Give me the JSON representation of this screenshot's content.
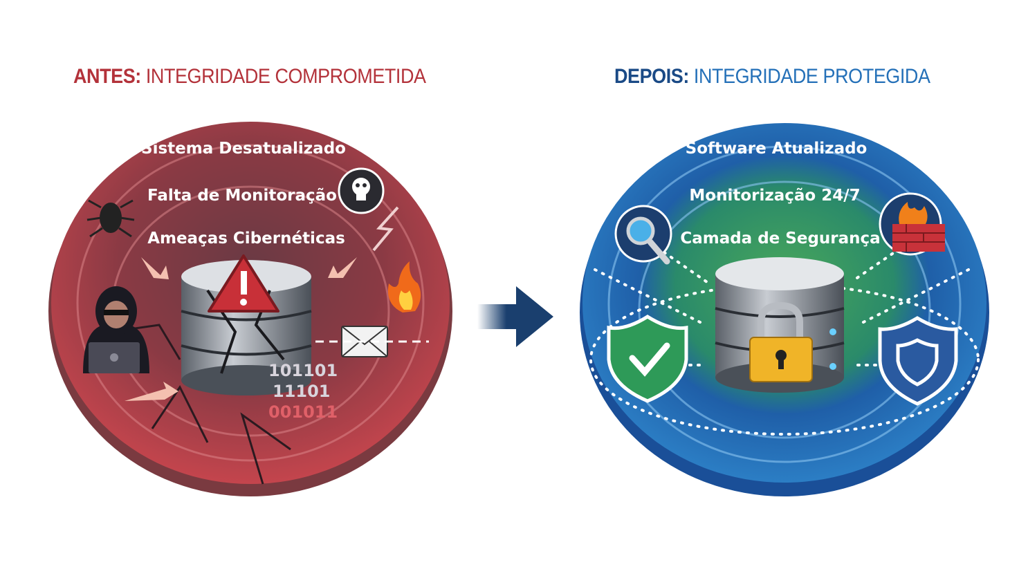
{
  "before": {
    "title_lead": "ANTES:",
    "title_rest": " INTEGRIDADE COMPROMETIDA",
    "rings": [
      "Sistema Desatualizado",
      "Falta de Monitoração",
      "Ameaças Cibernéticas"
    ],
    "binary": [
      "101101",
      "11101",
      "001011"
    ],
    "icons": [
      "bug-icon",
      "skull-icon",
      "hacker-icon",
      "warning-icon",
      "fire-icon",
      "email-icon",
      "lightning-icon",
      "database-icon"
    ],
    "colors": {
      "primary": "#b3323a",
      "dark": "#3a2a30"
    }
  },
  "after": {
    "title_lead": "DEPOIS:",
    "title_rest": " INTEGRIDADE PROTEGIDA",
    "rings": [
      "Software Atualizado",
      "Monitorização 24/7",
      "Camada de Segurança"
    ],
    "icons": [
      "magnifier-icon",
      "firewall-icon",
      "shield-check-icon",
      "shield-icon",
      "padlock-icon",
      "database-icon"
    ],
    "colors": {
      "primary": "#1a5da8",
      "accent": "#2e9a58"
    }
  },
  "transition": {
    "icon": "arrow-right-icon"
  }
}
